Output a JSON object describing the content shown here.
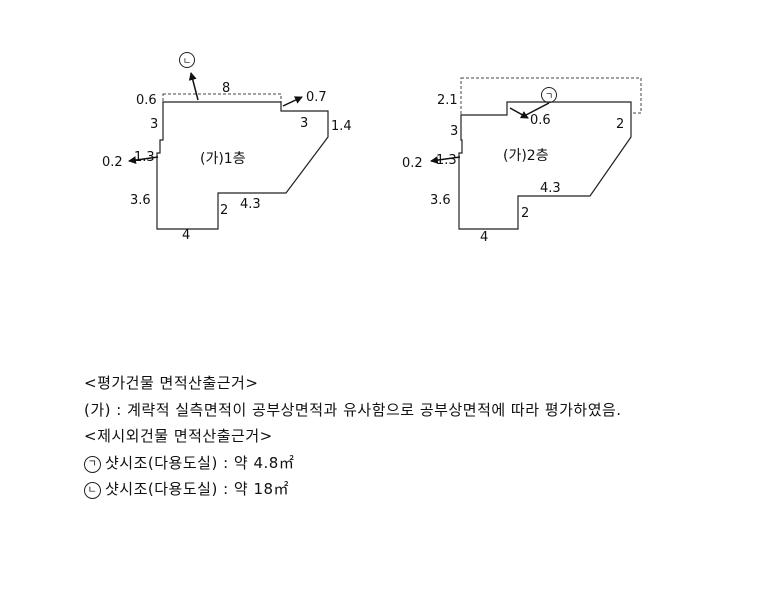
{
  "plan1": {
    "title": "(가)1층",
    "marker": "ㄴ",
    "labels": {
      "top": "8",
      "top_left": "0.6",
      "right_ext": "0.7",
      "right_notch": "3",
      "right_side": "1.4",
      "left_upper": "3",
      "left_small": "1.3",
      "left_ext": "0.2",
      "left_lower": "3.6",
      "bottom": "4",
      "step_vertical": "2",
      "step_horizontal": "4.3"
    }
  },
  "plan2": {
    "title": "(가)2층",
    "marker": "ㄱ",
    "labels": {
      "top_left": "2.1",
      "inner_ext": "0.6",
      "right_side": "2",
      "left_upper": "3",
      "left_small": "1.3",
      "left_ext": "0.2",
      "left_lower": "3.6",
      "bottom": "4",
      "step_vertical": "2",
      "step_horizontal": "4.3"
    }
  },
  "notes": {
    "heading1": "<평가건물 면적산출근거>",
    "line1": "(가) : 계략적 실측면적이 공부상면적과 유사함으로 공부상면적에 따라 평가하였음.",
    "heading2": "<제시외건물 면적산출근거>",
    "item1_marker": "ㄱ",
    "item1_text": "샷시조(다용도실) : 약 4.8㎡",
    "item2_marker": "ㄴ",
    "item2_text": "샷시조(다용도실) : 약 18㎡"
  }
}
